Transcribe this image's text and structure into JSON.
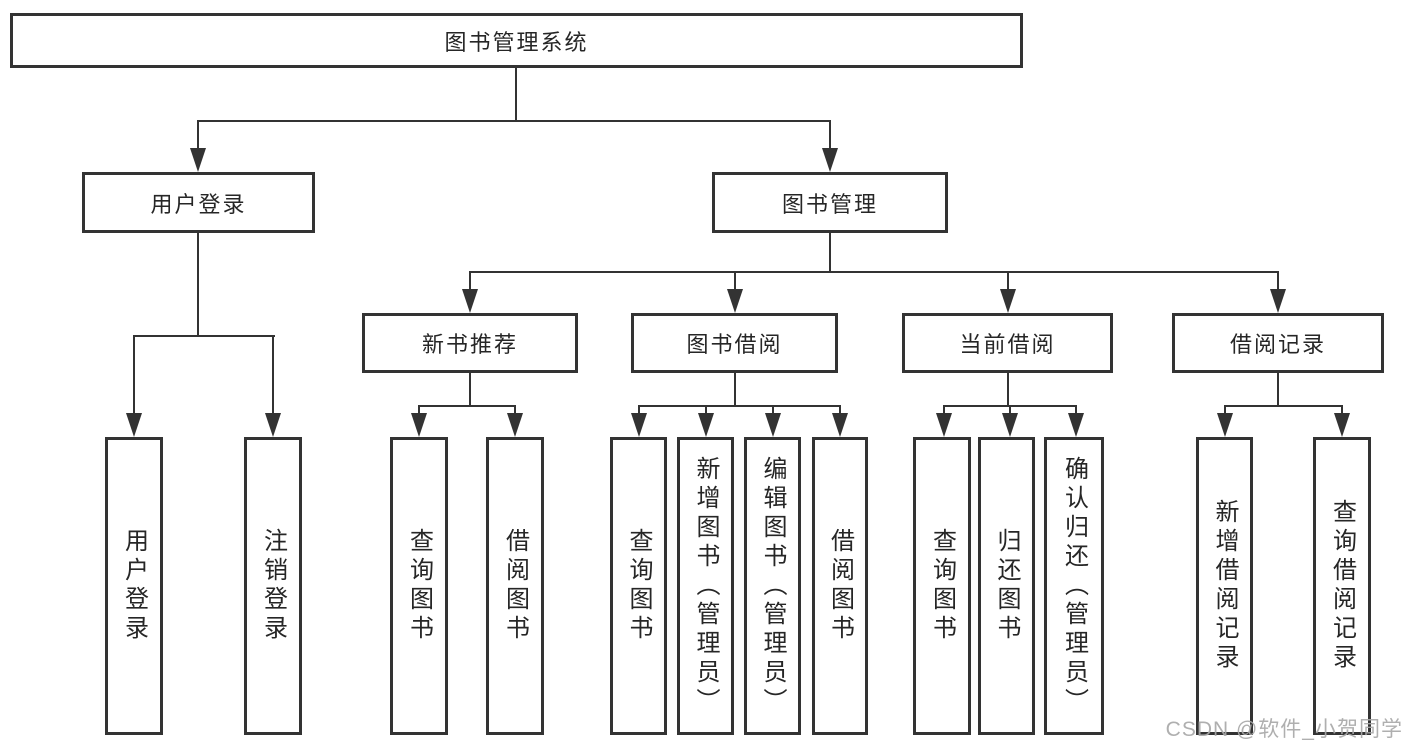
{
  "diagram": {
    "root": "图书管理系统",
    "user_branch": {
      "label": "用户登录",
      "leaves": [
        "用户登录",
        "注销登录"
      ]
    },
    "book_branch": {
      "label": "图书管理",
      "modules": [
        {
          "label": "新书推荐",
          "leaves": [
            "查询图书",
            "借阅图书"
          ]
        },
        {
          "label": "图书借阅",
          "leaves": [
            "查询图书",
            "新增图书（管理员）",
            "编辑图书（管理员）",
            "借阅图书"
          ]
        },
        {
          "label": "当前借阅",
          "leaves": [
            "查询图书",
            "归还图书",
            "确认归还（管理员）"
          ]
        },
        {
          "label": "借阅记录",
          "leaves": [
            "新增借阅记录",
            "查询借阅记录"
          ]
        }
      ]
    }
  },
  "watermark": {
    "text": "CSDN @软件_小贺同学"
  },
  "colors": {
    "line": "#333333",
    "text": "#262626",
    "box_background": "#ffffff",
    "watermark": "#a8a8a8"
  }
}
